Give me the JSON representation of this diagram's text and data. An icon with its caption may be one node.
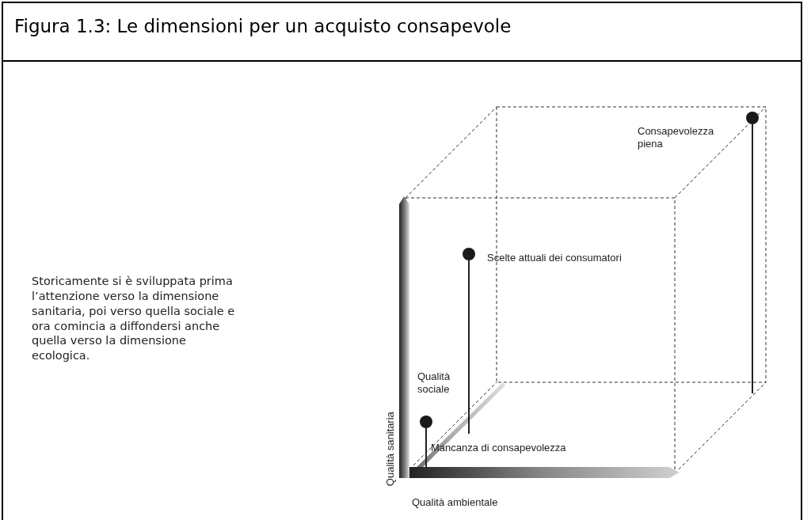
{
  "diagram": {
    "title": "Figura 1.3: Le dimensioni per un acquisto consapevole",
    "labels": [
      "Storicamente si è sviluppata prima l’attenzione verso la dimensione sanitaria, poi verso quella sociale e ora comincia a diffondersi anche quella verso la dimensione ecologica.",
      "Consapevolezza piena",
      "Scelte attuali dei consumatori",
      "Qualità sociale",
      "Mancanza di consapevolezza",
      "Qualità sanitaria",
      "Qualità ambientale"
    ]
  }
}
